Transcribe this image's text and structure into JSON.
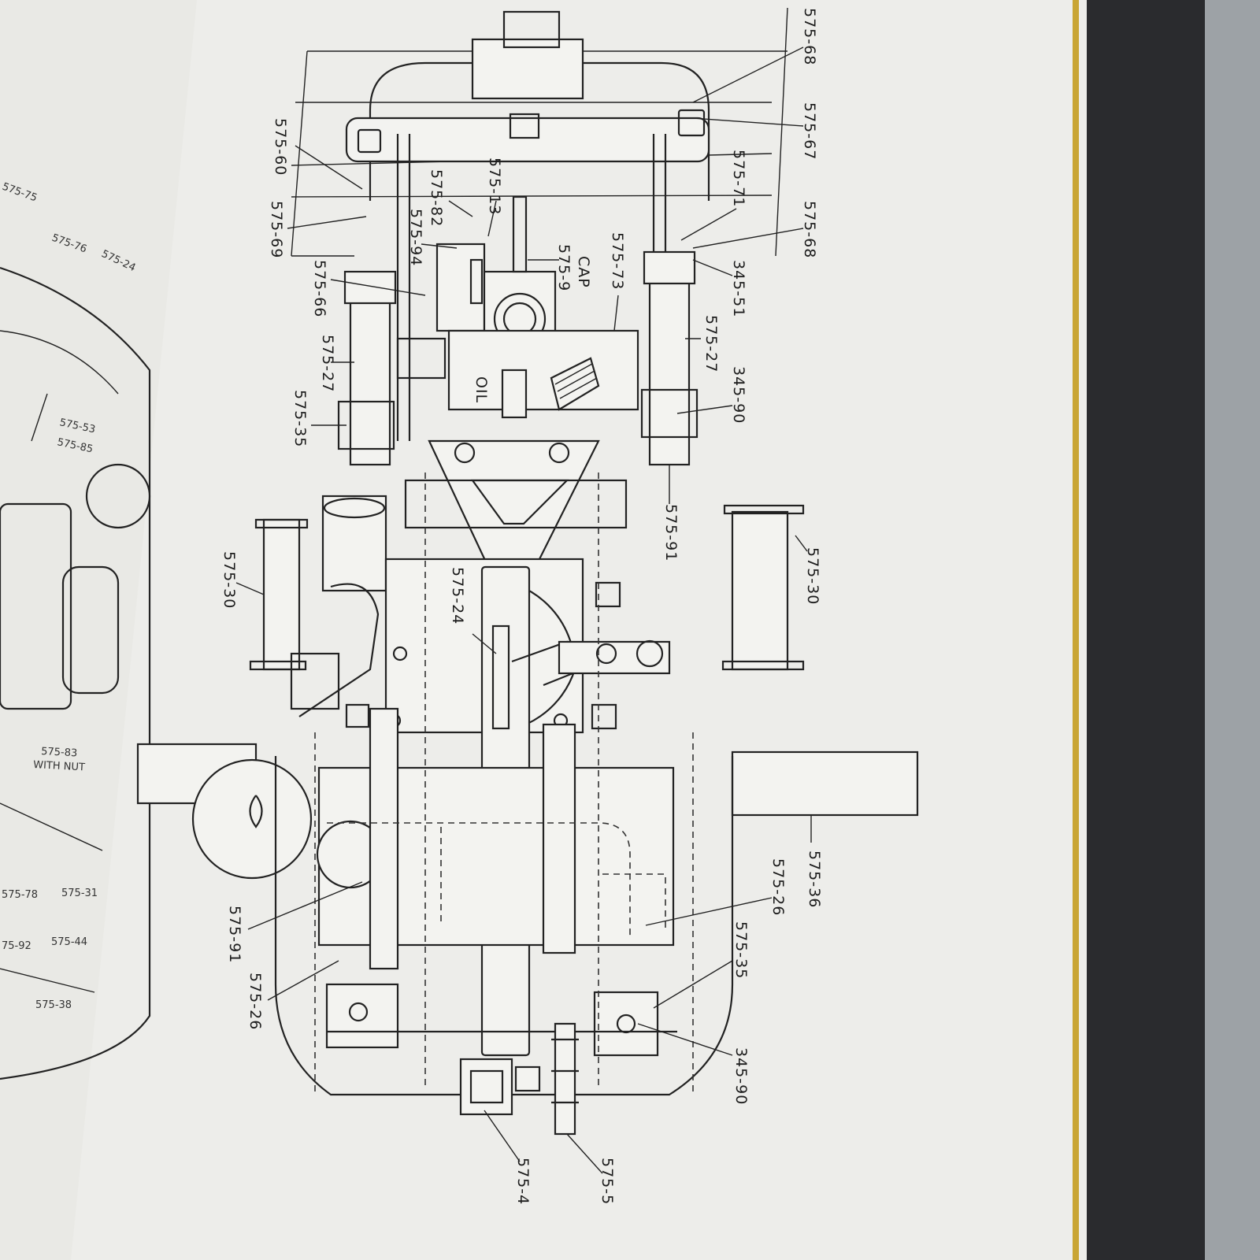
{
  "diagram": {
    "labels_main": [
      {
        "id": "l1",
        "text": "575-68"
      },
      {
        "id": "l2",
        "text": "575-67"
      },
      {
        "id": "l3",
        "text": "575-68"
      },
      {
        "id": "l4",
        "text": "575-71"
      },
      {
        "id": "l5",
        "text": "345-51"
      },
      {
        "id": "l6",
        "text": "575-27"
      },
      {
        "id": "l7",
        "text": "345-90"
      },
      {
        "id": "l8",
        "text": "575-91"
      },
      {
        "id": "l9",
        "text": "575-30"
      },
      {
        "id": "l10",
        "text": "575-36"
      },
      {
        "id": "l11",
        "text": "575-26"
      },
      {
        "id": "l12",
        "text": "575-35"
      },
      {
        "id": "l13",
        "text": "345-90"
      },
      {
        "id": "l14",
        "text": "575-5"
      },
      {
        "id": "l15",
        "text": "575-4"
      },
      {
        "id": "l16",
        "text": "575-60"
      },
      {
        "id": "l17",
        "text": "575-69"
      },
      {
        "id": "l18",
        "text": "575-82"
      },
      {
        "id": "l19",
        "text": "575-13"
      },
      {
        "id": "l20",
        "text": "575-94"
      },
      {
        "id": "l21",
        "text": "CAP"
      },
      {
        "id": "l22",
        "text": "575-9"
      },
      {
        "id": "l23",
        "text": "575-73"
      },
      {
        "id": "l24",
        "text": "575-66"
      },
      {
        "id": "l25",
        "text": "575-27"
      },
      {
        "id": "l26",
        "text": "575-35"
      },
      {
        "id": "l27",
        "text": "OIL"
      },
      {
        "id": "l28",
        "text": "575-24"
      },
      {
        "id": "l29",
        "text": "575-30"
      },
      {
        "id": "l30",
        "text": "575-91"
      },
      {
        "id": "l31",
        "text": "575-26"
      }
    ],
    "labels_left_page": [
      {
        "id": "s1",
        "text": "575-75"
      },
      {
        "id": "s2",
        "text": "575-76"
      },
      {
        "id": "s3",
        "text": "575-24"
      },
      {
        "id": "s4",
        "text": "575-53"
      },
      {
        "id": "s5",
        "text": "575-85"
      },
      {
        "id": "s6",
        "text": "575-83"
      },
      {
        "id": "s7",
        "text": "WITH NUT"
      },
      {
        "id": "s8",
        "text": "575-78"
      },
      {
        "id": "s9",
        "text": "575-31"
      },
      {
        "id": "s10",
        "text": "75-92"
      },
      {
        "id": "s11",
        "text": "575-44"
      },
      {
        "id": "s12",
        "text": "575-38"
      }
    ]
  }
}
